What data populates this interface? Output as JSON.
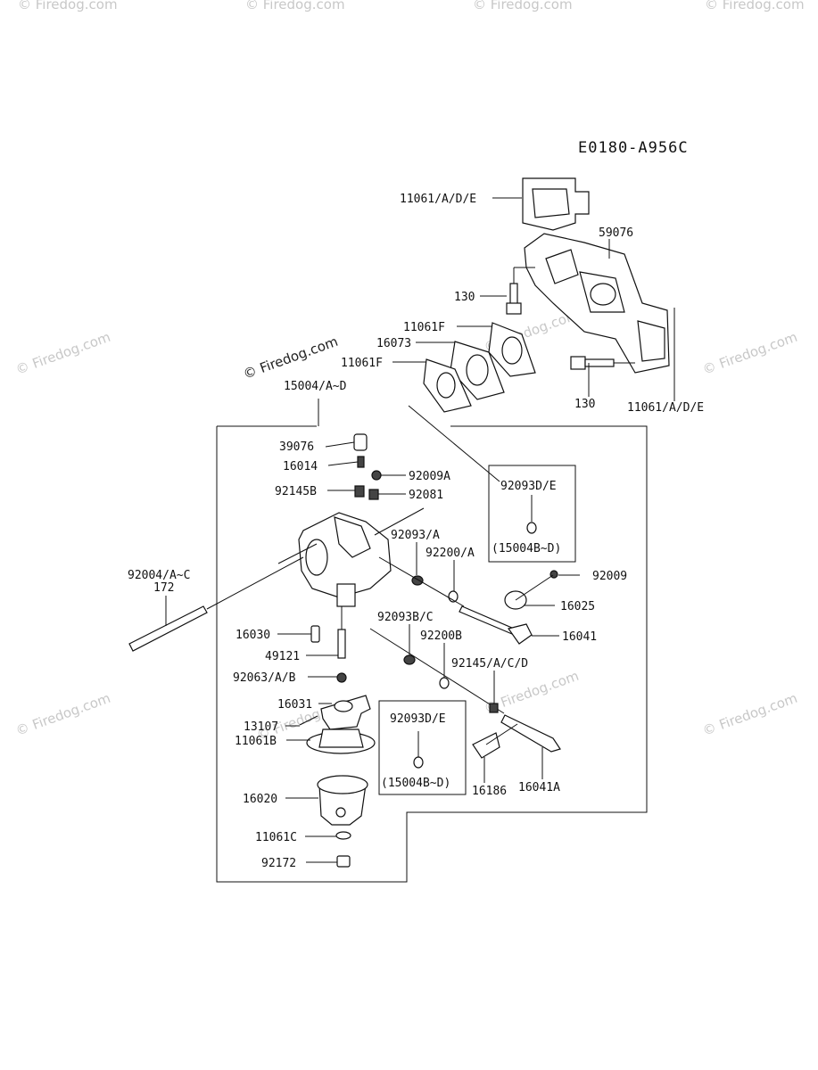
{
  "diagram_code": "E0180-A956C",
  "watermark": "© Firedog.com",
  "labels": {
    "11061ADE_top": "11061/A/D/E",
    "59076": "59076",
    "130_a": "130",
    "11061F_a": "11061F",
    "16073": "16073",
    "11061F_b": "11061F",
    "130_b": "130",
    "11061ADE_bottom": "11061/A/D/E",
    "15004": "15004/A~D",
    "39076": "39076",
    "16014": "16014",
    "92009A": "92009A",
    "92145B": "92145B",
    "92081": "92081",
    "92093A": "92093/A",
    "92200A": "92200/A",
    "92093DE_a": "92093D/E",
    "15004BD_a": "(15004B~D)",
    "92009": "92009",
    "16025": "16025",
    "16041": "16041",
    "92004": "92004/A~C",
    "172": "172",
    "16030": "16030",
    "49121": "49121",
    "92093BC": "92093B/C",
    "92200B": "92200B",
    "92145ACD": "92145/A/C/D",
    "92063": "92063/A/B",
    "16031": "16031",
    "13107": "13107",
    "11061B": "11061B",
    "92093DE_b": "92093D/E",
    "15004BD_b": "(15004B~D)",
    "16186": "16186",
    "16041A": "16041A",
    "16020": "16020",
    "11061C": "11061C",
    "92172": "92172"
  }
}
